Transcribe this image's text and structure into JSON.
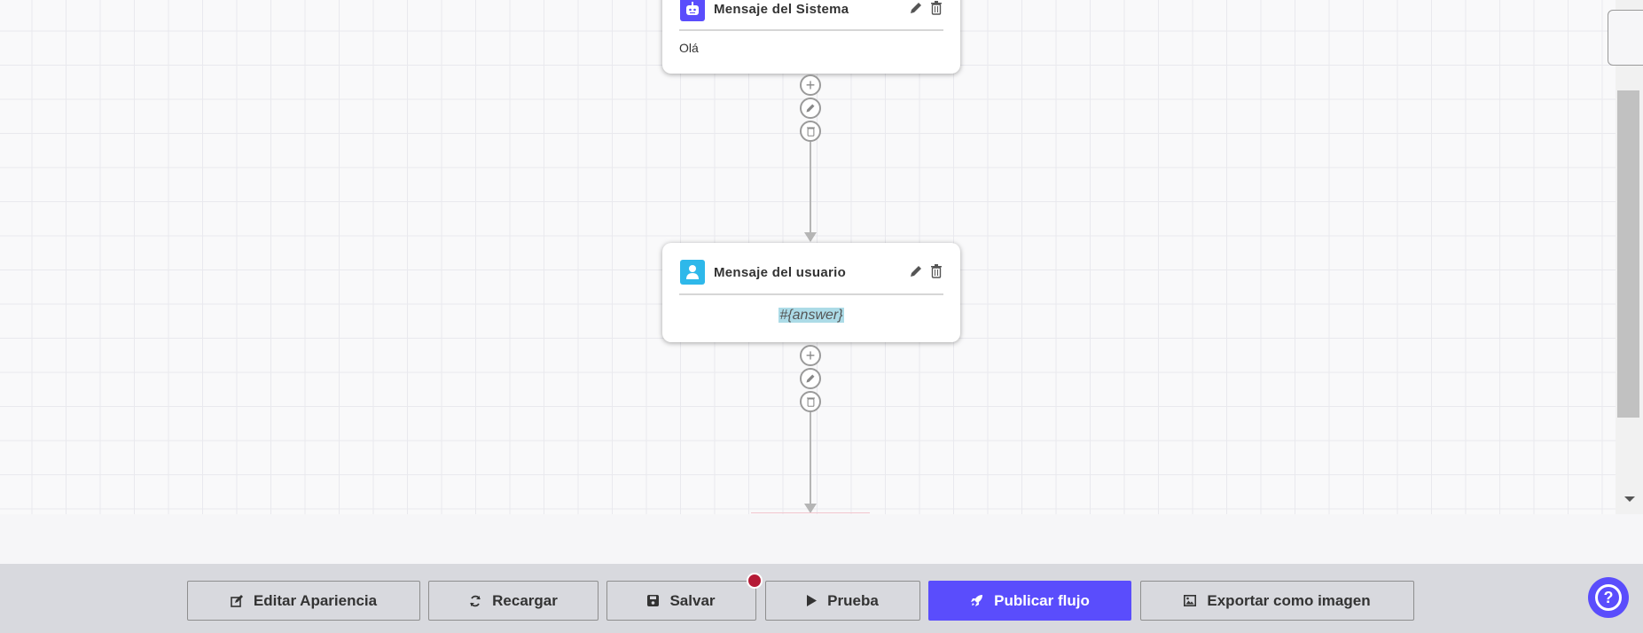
{
  "canvas": {
    "nodes": [
      {
        "type": "system",
        "title": "Mensaje del Sistema",
        "content": "Olá",
        "icon": "robot-icon",
        "color": "#5a4dfc"
      },
      {
        "type": "user",
        "title": "Mensaje del usuario",
        "content": "#{answer}",
        "icon": "user-icon",
        "color": "#2eb8ea"
      }
    ]
  },
  "toolbar": {
    "edit_appearance": "Editar Apariencia",
    "reload": "Recargar",
    "save": "Salvar",
    "test": "Prueba",
    "publish": "Publicar flujo",
    "export": "Exportar como imagen",
    "accent": "#5a4dfc",
    "unsaved_dot_color": "#b51a36"
  }
}
